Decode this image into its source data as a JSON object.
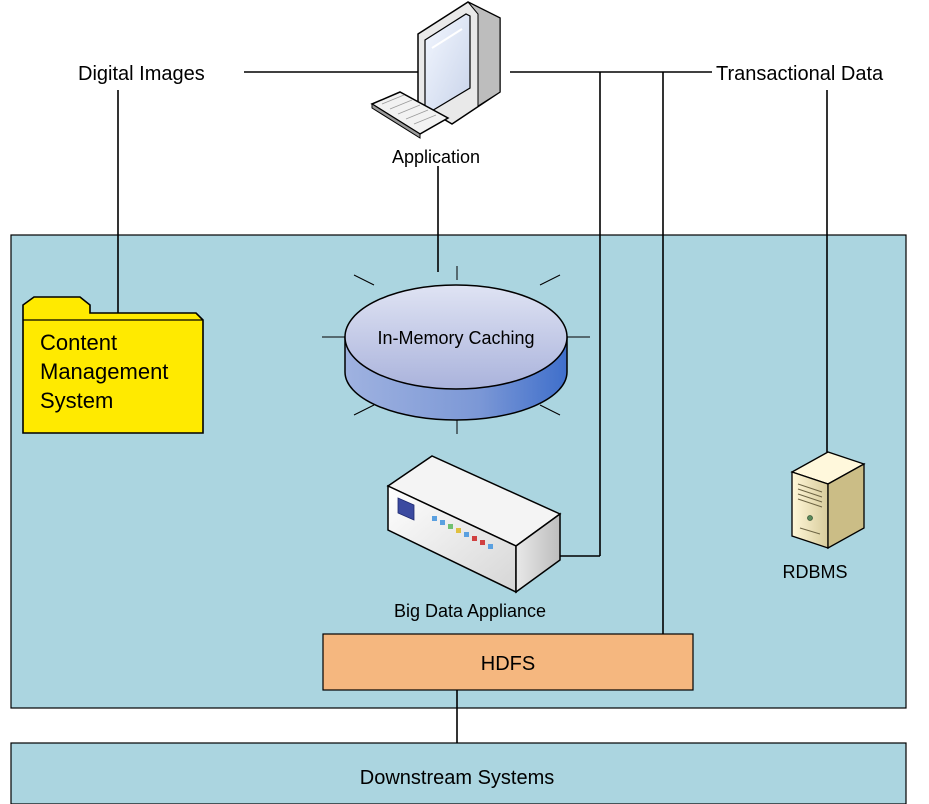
{
  "labels": {
    "digital_images": "Digital Images",
    "transactional_data": "Transactional Data",
    "application": "Application",
    "cms_line1": "Content",
    "cms_line2": "Management",
    "cms_line3": "System",
    "in_memory_caching": "In-Memory Caching",
    "big_data_appliance": "Big Data Appliance",
    "rdbms": "RDBMS",
    "hdfs": "HDFS",
    "downstream_systems": "Downstream Systems"
  },
  "colors": {
    "platform_fill": "#abd5e0",
    "downstream_fill": "#abd5e0",
    "hdfs_fill": "#f5b77f",
    "cms_fill": "#ffea00",
    "cache_top": "#c3cbe6",
    "cache_side": "#6f93d4",
    "line": "#000000"
  },
  "icons": {
    "application": "desktop-computer-icon",
    "cms": "folder-icon",
    "cache": "database-disk-icon",
    "appliance": "server-appliance-icon",
    "rdbms": "tower-server-icon"
  }
}
